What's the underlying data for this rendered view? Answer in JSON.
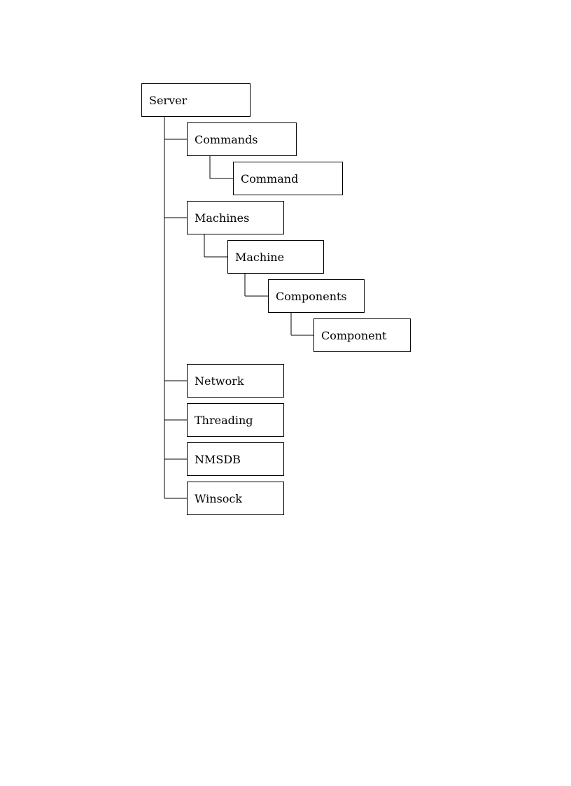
{
  "tree": {
    "server": "Server",
    "commands": "Commands",
    "command": "Command",
    "machines": "Machines",
    "machine": "Machine",
    "components": "Components",
    "component": "Component",
    "network": "Network",
    "threading": "Threading",
    "nmsdb": "NMSDB",
    "winsock": "Winsock"
  }
}
